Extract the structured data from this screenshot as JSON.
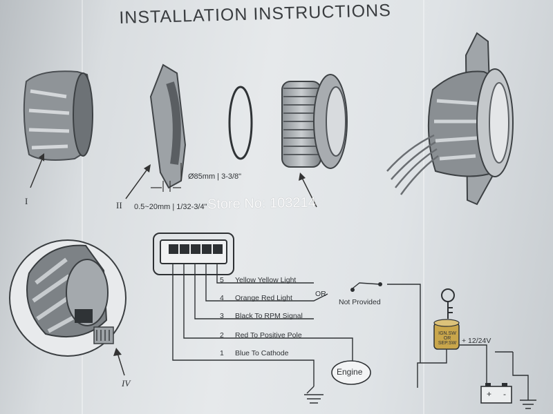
{
  "title": "INSTALLATION INSTRUCTIONS",
  "parts": {
    "i": "I",
    "ii": "II",
    "iv": "IV"
  },
  "dimensions": {
    "hole": "Ø85mm | 3-3/8\"",
    "panel": "0.5~20mm | 1/32-3/4\""
  },
  "watermark": "Store No: 103214",
  "wires": [
    {
      "num": "5",
      "label": "Yellow   Yellow Light"
    },
    {
      "num": "4",
      "label": "Orange   Red Light"
    },
    {
      "num": "3",
      "label": "Black To RPM Signal"
    },
    {
      "num": "2",
      "label": "Red   To Positive Pole"
    },
    {
      "num": "1",
      "label": "Blue   To Cathode"
    }
  ],
  "or_label": "OR",
  "not_provided": "Not Provided",
  "engine": "Engine",
  "supply": "+ 12/24V",
  "ign_label": "IGN.SW OR SEP.SW",
  "battery": {
    "plus": "+",
    "minus": "-"
  }
}
